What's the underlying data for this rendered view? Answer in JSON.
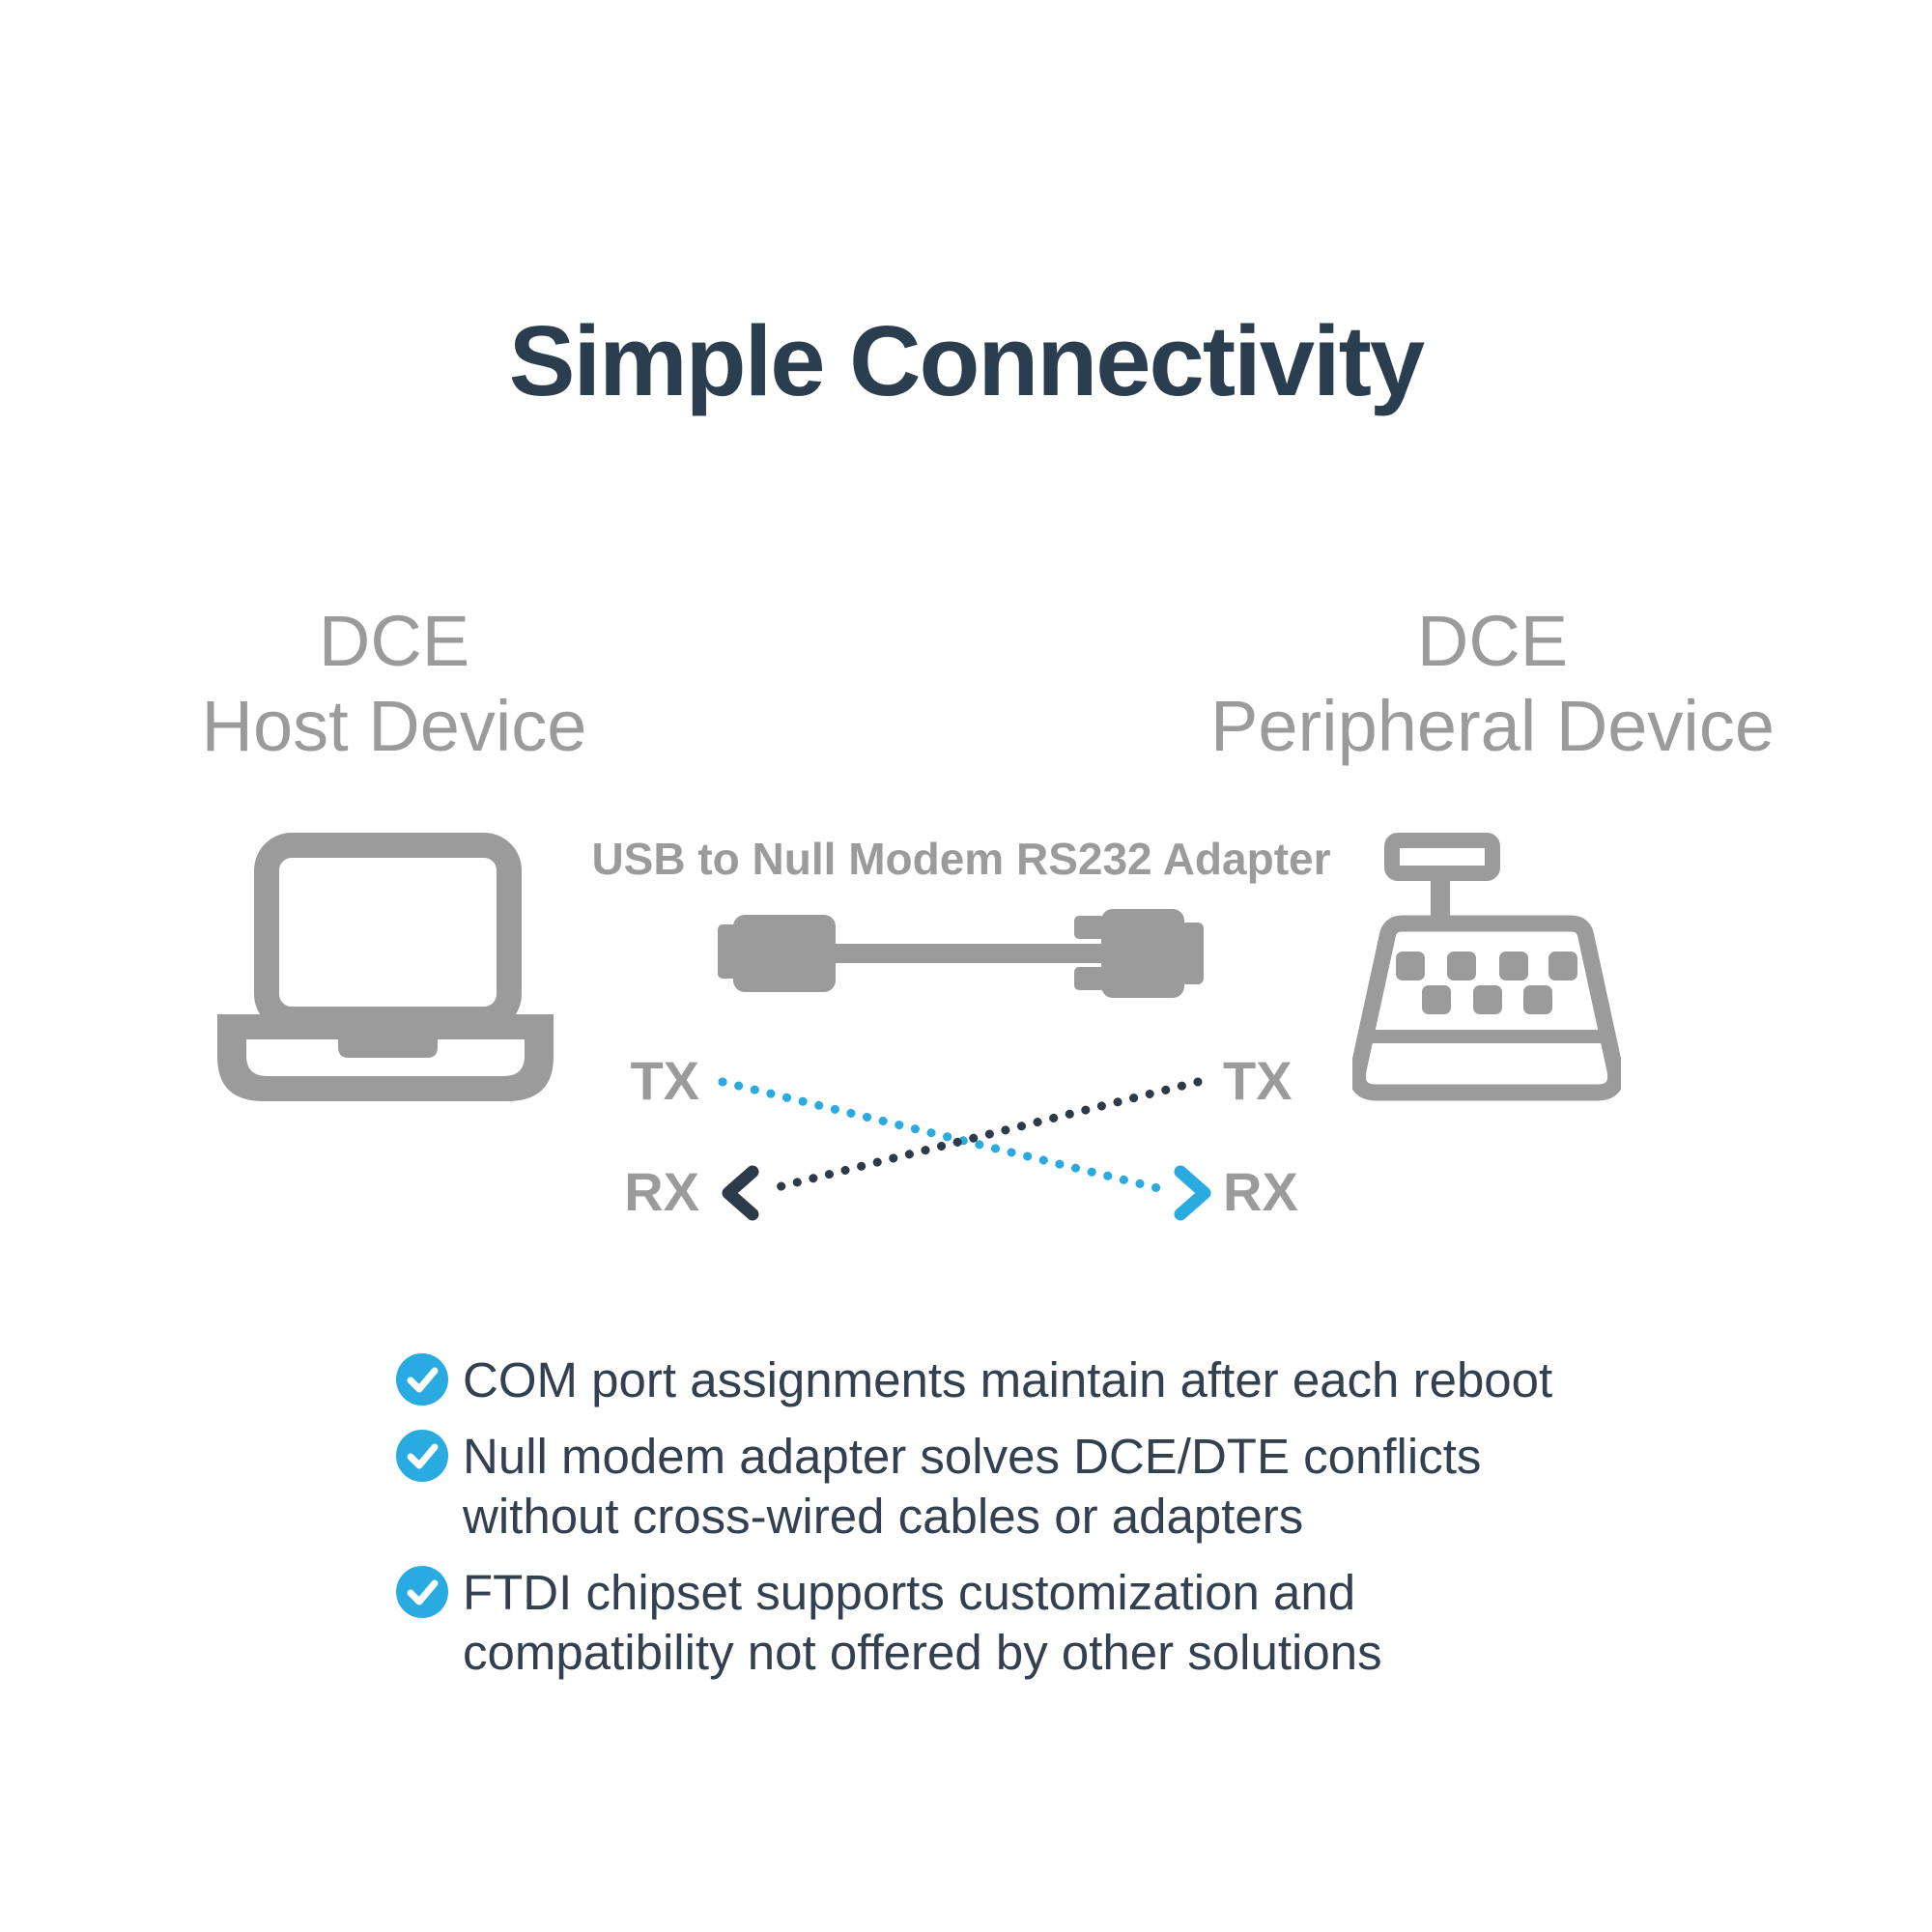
{
  "title": "Simple Connectivity",
  "devices": {
    "left": {
      "line1": "DCE",
      "line2": "Host Device",
      "icon": "laptop-icon"
    },
    "right": {
      "line1": "DCE",
      "line2": "Peripheral Device",
      "icon": "cash-register-icon"
    }
  },
  "adapter": {
    "label": "USB to Null Modem RS232 Adapter"
  },
  "signals": {
    "left": {
      "tx": "TX",
      "rx": "RX"
    },
    "right": {
      "tx": "TX",
      "rx": "RX"
    }
  },
  "bullets": [
    {
      "icon": "check-icon",
      "lines": [
        "COM port assignments maintain after each reboot"
      ]
    },
    {
      "icon": "check-icon",
      "lines": [
        "Null modem adapter solves DCE/DTE conflicts",
        "without cross-wired cables or adapters"
      ]
    },
    {
      "icon": "check-icon",
      "lines": [
        "FTDI chipset supports customization and",
        "compatibility not offered by other solutions"
      ]
    }
  ],
  "colors": {
    "title_navy": "#2b3e50",
    "body_navy": "#32404f",
    "gray": "#9b9b9b",
    "blue": "#29abe2",
    "dark_line": "#2c3a49",
    "background": "#ffffff"
  }
}
